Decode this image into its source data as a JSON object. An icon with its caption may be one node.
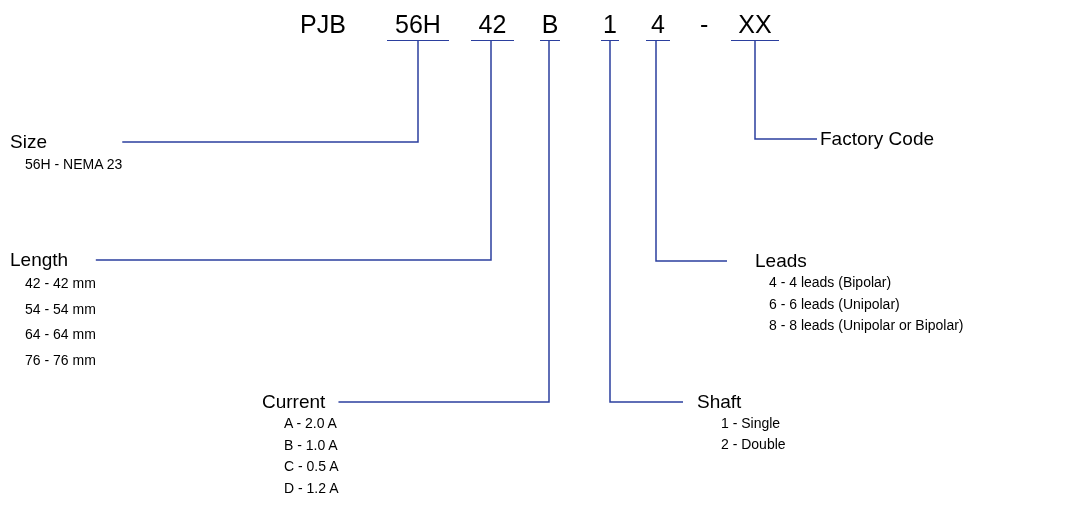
{
  "diagram": {
    "nodes": [
      {
        "text": [
          "56H"
        ]
      },
      {
        "text": [
          "42"
        ]
      },
      {
        "text": [
          "B"
        ]
      },
      {
        "text": [
          "1"
        ]
      },
      {
        "text": [
          "4"
        ]
      },
      {
        "text": [
          "XX"
        ]
      },
      {
        "text": [
          "Size",
          "56H - NEMA 23"
        ]
      },
      {
        "text": [
          "Length",
          "42 - 42 mm",
          "54 - 54 mm",
          "64 - 64 mm",
          "76 - 76 mm"
        ]
      },
      {
        "text": [
          "Current",
          "A - 2.0 A",
          "B - 1.0 A",
          "C - 0.5 A",
          "D - 1.2 A"
        ]
      },
      {
        "text": [
          "Shaft",
          "1 - Single",
          "2 - Double"
        ]
      },
      {
        "text": [
          "Leads",
          "4 - 4 leads (Bipolar)",
          "6 - 6 leads (Unipolar)",
          "8 - 8 leads (Unipolar or Bipolar)"
        ]
      },
      {
        "text": [
          "Factory Code"
        ]
      }
    ],
    "edges": [
      {
        "from": 6,
        "to": 0,
        "arrow": "none"
      },
      {
        "from": 7,
        "to": 1,
        "arrow": "none"
      },
      {
        "from": 8,
        "to": 2,
        "arrow": "none"
      },
      {
        "from": 9,
        "to": 3,
        "arrow": "none"
      },
      {
        "from": 10,
        "to": 4,
        "arrow": "none"
      },
      {
        "from": 11,
        "to": 5,
        "arrow": "none"
      }
    ],
    "labels": [
      "PJB",
      "-"
    ]
  }
}
